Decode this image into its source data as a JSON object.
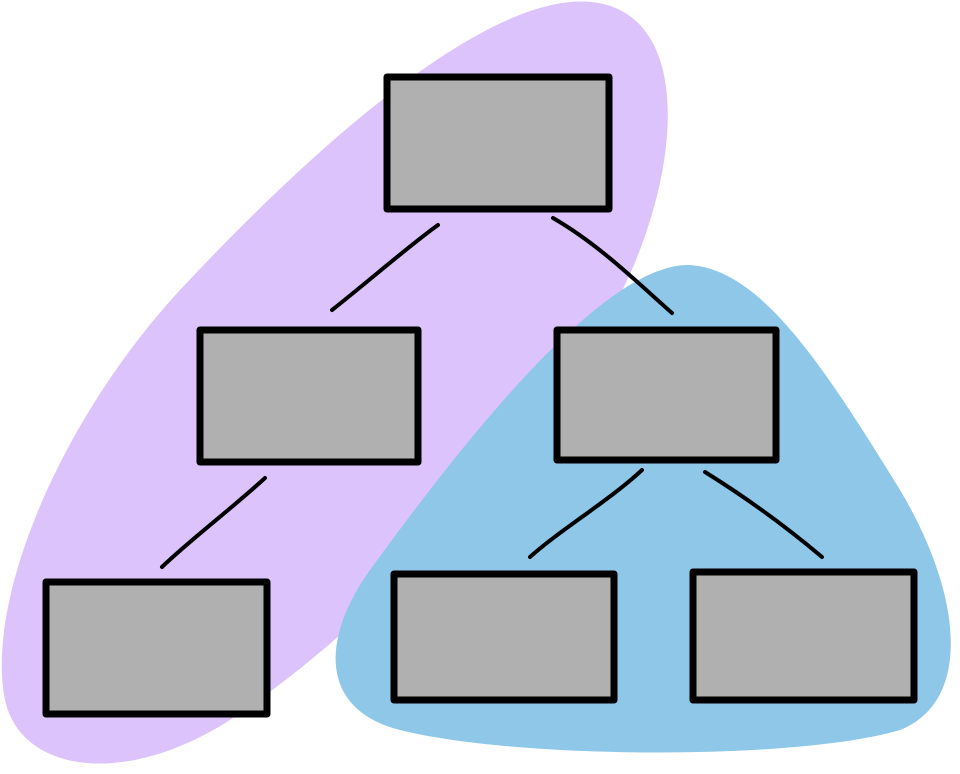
{
  "colors": {
    "background": "#ffffff",
    "group_purple": "#dcc3fb",
    "group_blue": "#8fc7e8",
    "node_fill": "#b0b0b0",
    "stroke": "#000000"
  },
  "groups": [
    {
      "id": "purple-group",
      "members": [
        "root",
        "mid-left",
        "leaf-left"
      ]
    },
    {
      "id": "blue-group",
      "members": [
        "mid-right",
        "leaf-mid",
        "leaf-right"
      ]
    }
  ],
  "nodes": [
    "root",
    "mid-left",
    "mid-right",
    "leaf-left",
    "leaf-mid",
    "leaf-right"
  ],
  "edges": [
    [
      "root",
      "mid-left"
    ],
    [
      "root",
      "mid-right"
    ],
    [
      "mid-left",
      "leaf-left"
    ],
    [
      "mid-right",
      "leaf-mid"
    ],
    [
      "mid-right",
      "leaf-right"
    ]
  ]
}
